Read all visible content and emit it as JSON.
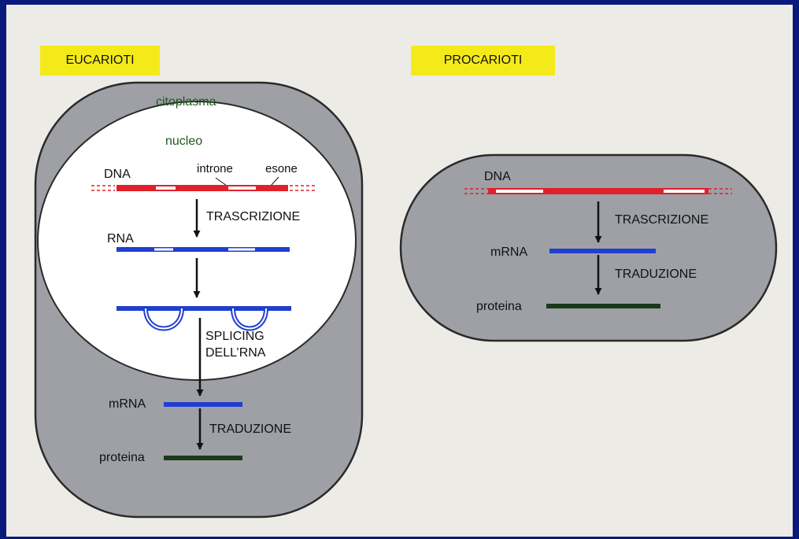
{
  "colors": {
    "background": "#0a1a7a",
    "paper": "#ecebe6",
    "label_yellow": "#f4ea1a",
    "cell_fill": "#9ea0a6",
    "nucleus_fill": "#ffffff",
    "dna": "#e0202a",
    "rna": "#1f3fd0",
    "protein": "#1a3a18",
    "region_label": "#1e5a1e"
  },
  "eukaryote": {
    "title": "EUCARIOTI",
    "cytoplasm": "citoplasma",
    "nucleus": "nucleo",
    "dna": "DNA",
    "intron": "introne",
    "exon": "esone",
    "transcription": "TRASCRIZIONE",
    "rna": "RNA",
    "splicing_line1": "SPLICING",
    "splicing_line2": "DELL’RNA",
    "mrna": "mRNA",
    "translation": "TRADUZIONE",
    "protein": "proteina"
  },
  "prokaryote": {
    "title": "PROCARIOTI",
    "dna": "DNA",
    "transcription": "TRASCRIZIONE",
    "mrna": "mRNA",
    "translation": "TRADUZIONE",
    "protein": "proteina"
  }
}
